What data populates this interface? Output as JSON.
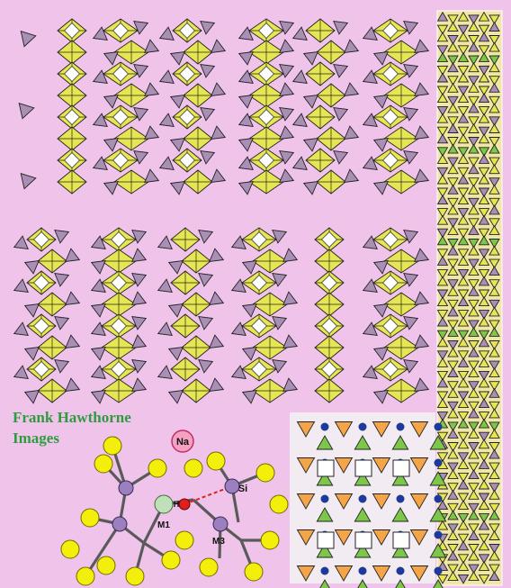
{
  "caption": {
    "line1": "Frank Hawthorne",
    "line2": "Images"
  },
  "labels": {
    "sodium": "Na",
    "silicon": "Si",
    "hydrogen": "H",
    "site_m1": "M1",
    "site_m3": "M3"
  },
  "colors": {
    "background": "#f0c4ea",
    "tetrahedron": "#e6e652",
    "tetrahedron_small": "#a98fb6",
    "octahedron_white": "#ffffff",
    "caption_text": "#2e9c3e",
    "atom_yellow": "#f4ef0a",
    "atom_purple": "#9c7fc0",
    "atom_green": "#bfe0b8",
    "hydrogen_red": "#e0201c",
    "sodium_pink": "#f6a0c2",
    "mosaic_orange": "#f3a548",
    "mosaic_green": "#7cc64a",
    "mosaic_blue": "#1d3a9a"
  }
}
